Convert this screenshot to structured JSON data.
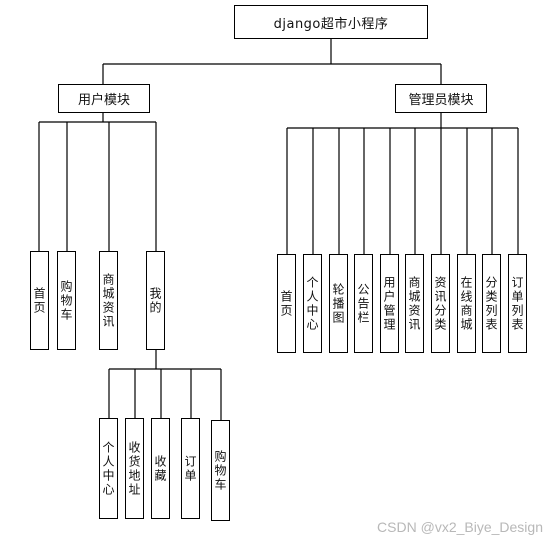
{
  "root": "django超市小程序",
  "user_module": {
    "label": "用户模块",
    "children": [
      "首页",
      "购物车",
      "商城资讯",
      "我的"
    ],
    "mine_children": [
      "个人中心",
      "收货地址",
      "收藏",
      "订单",
      "购物车"
    ]
  },
  "admin_module": {
    "label": "管理员模块",
    "children": [
      "首页",
      "个人中心",
      "轮播图",
      "公告栏",
      "用户管理",
      "商城资讯",
      "资讯分类",
      "在线商城",
      "分类列表",
      "订单列表"
    ]
  },
  "watermark": "CSDN @vx2_Biye_Design"
}
